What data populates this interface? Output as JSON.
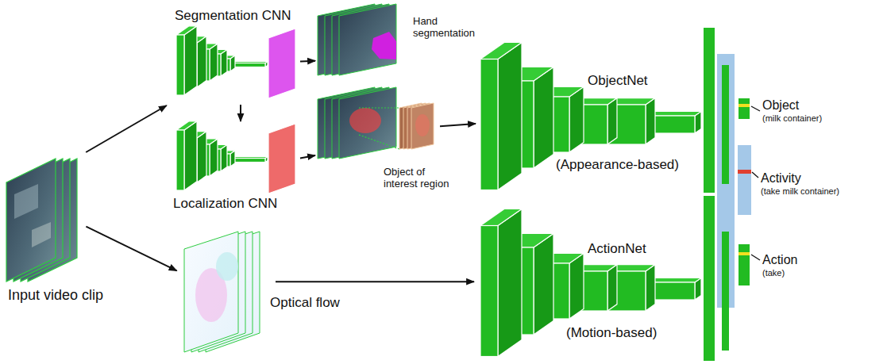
{
  "diagram": {
    "nodes": [
      {
        "text": [
          "Input video clip"
        ]
      },
      {
        "text": [
          "Segmentation CNN"
        ]
      },
      {
        "text": [
          "Localization CNN"
        ]
      },
      {
        "text": [
          "Hand segmentation"
        ]
      },
      {
        "text": [
          "Object of interest region"
        ]
      },
      {
        "text": [
          "Optical flow"
        ]
      },
      {
        "text": [
          "ObjectNet",
          "(Appearance-based)"
        ]
      },
      {
        "text": [
          "ActionNet",
          "(Motion-based)"
        ]
      },
      {
        "text": [
          "Object",
          "(milk container)"
        ]
      },
      {
        "text": [
          "Activity",
          "(take milk container)"
        ]
      },
      {
        "text": [
          "Action",
          "(take)"
        ]
      }
    ],
    "edges": [
      {
        "from": 0,
        "to": 1,
        "arrow": "to"
      },
      {
        "from": 0,
        "to": 5,
        "arrow": "to"
      },
      {
        "from": 1,
        "to": 2,
        "arrow": "to"
      },
      {
        "from": 1,
        "to": 3,
        "arrow": "to"
      },
      {
        "from": 2,
        "to": 4,
        "arrow": "to"
      },
      {
        "from": 4,
        "to": 6,
        "arrow": "to"
      },
      {
        "from": 5,
        "to": 7,
        "arrow": "to"
      }
    ]
  }
}
